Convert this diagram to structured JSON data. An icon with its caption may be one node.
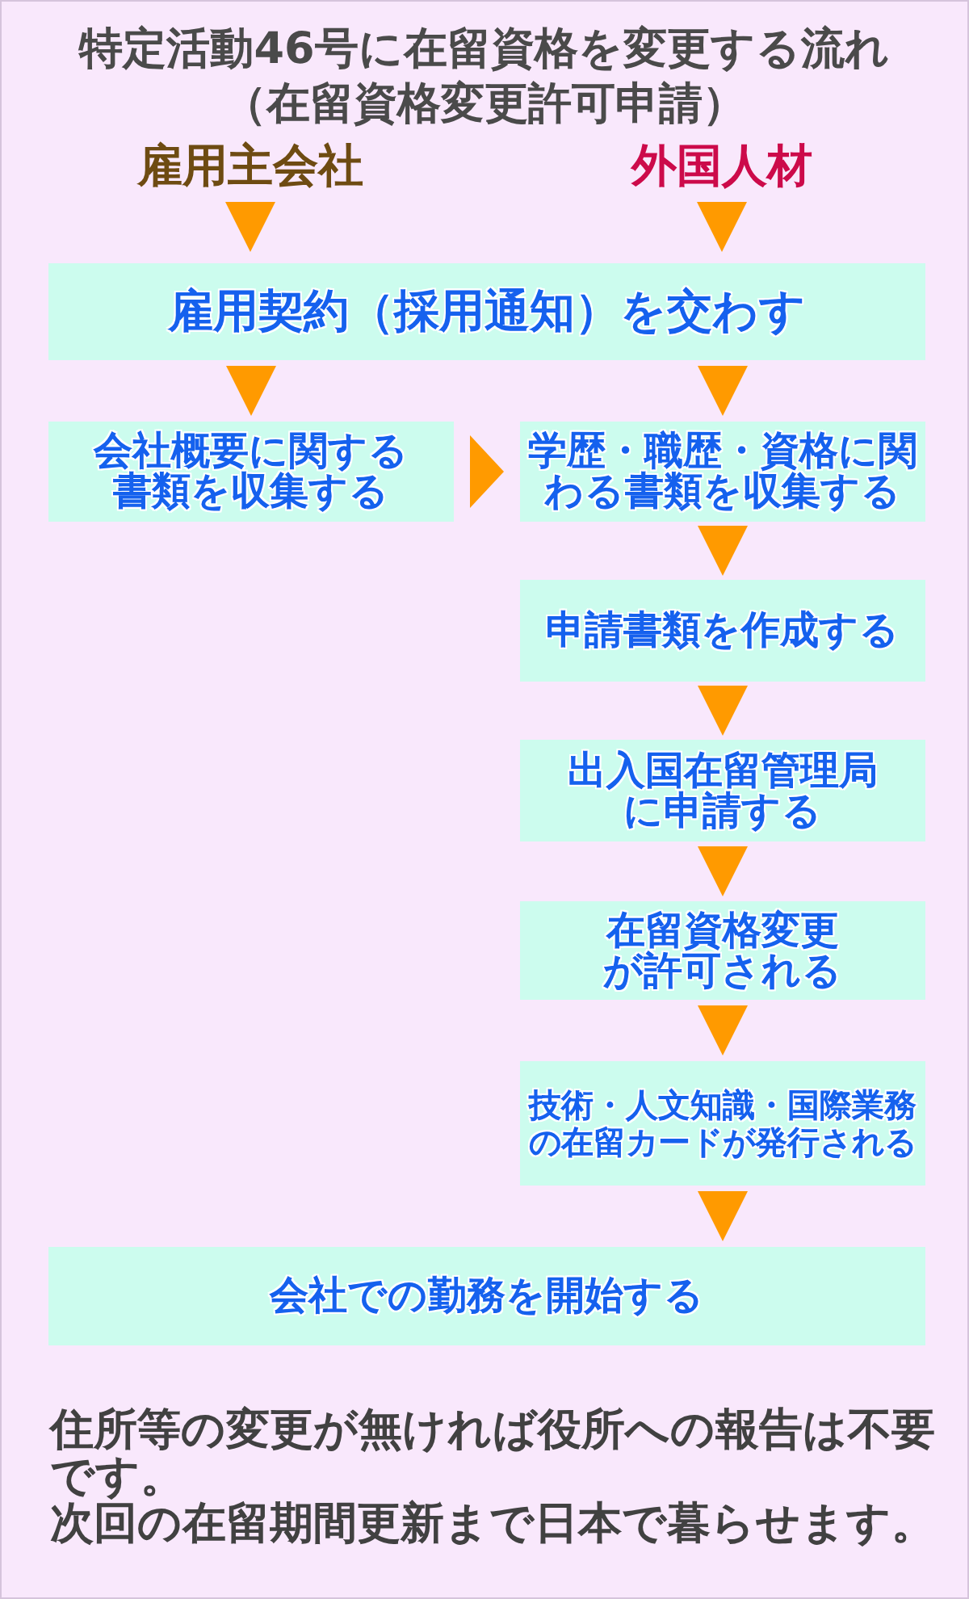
{
  "diagram": {
    "title": "特定活動46号に在留資格を変更する流れ",
    "nodes": [
      {
        "text": [
          "雇用主会社"
        ]
      },
      {
        "text": [
          "外国人材"
        ]
      },
      {
        "text": [
          "雇用契約（採用通知）を交わす"
        ]
      },
      {
        "text": [
          "会社概要に関する書類を収集する"
        ]
      },
      {
        "text": [
          "学歴・職歴・資格に関わる書類を収集する"
        ]
      },
      {
        "text": [
          "申請書類を作成する"
        ]
      },
      {
        "text": [
          "出入国在留管理局に申請する"
        ]
      },
      {
        "text": [
          "在留資格変更が許可される"
        ]
      },
      {
        "text": [
          "技術・人文知識・国際業務の在留カードが発行される"
        ]
      },
      {
        "text": [
          "会社での勤務を開始する"
        ]
      }
    ],
    "edges": [
      {
        "from": 0,
        "to": 2,
        "arrow": "to"
      },
      {
        "from": 1,
        "to": 2,
        "arrow": "to"
      },
      {
        "from": 2,
        "to": 3,
        "arrow": "to"
      },
      {
        "from": 2,
        "to": 4,
        "arrow": "to"
      },
      {
        "from": 3,
        "to": 4,
        "arrow": "to"
      },
      {
        "from": 4,
        "to": 5,
        "arrow": "to"
      },
      {
        "from": 5,
        "to": 6,
        "arrow": "to"
      },
      {
        "from": 6,
        "to": 7,
        "arrow": "to"
      },
      {
        "from": 7,
        "to": 8,
        "arrow": "to"
      },
      {
        "from": 8,
        "to": 9,
        "arrow": "to"
      }
    ],
    "labels": [
      "（在留資格変更許可申請）",
      "住所等の変更が無ければ役所への報告は不要です。",
      "次回の在留期間更新まで日本で暮らせます。"
    ]
  }
}
